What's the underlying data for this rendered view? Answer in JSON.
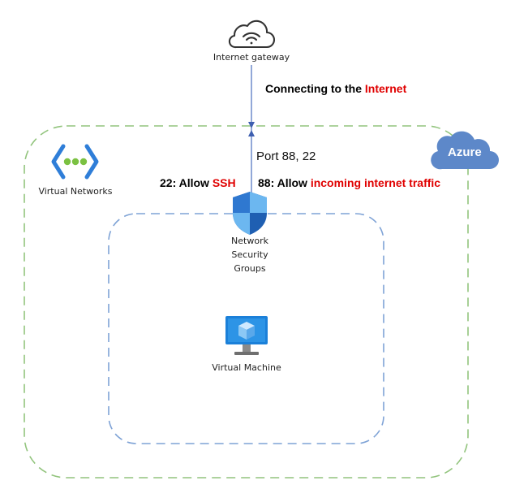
{
  "labels": {
    "internet_gateway": "Internet gateway",
    "virtual_networks": "Virtual Networks",
    "nsg_line1": "Network",
    "nsg_line2": "Security",
    "nsg_line3": "Groups",
    "virtual_machine": "Virtual Machine",
    "azure": "Azure"
  },
  "annotations": {
    "connecting_prefix": "Connecting to the ",
    "connecting_highlight": "Internet",
    "port": "Port 88, 22",
    "ssh_prefix": "22: Allow ",
    "ssh_highlight": "SSH",
    "incoming_prefix": "88: Allow ",
    "incoming_highlight": "incoming internet traffic"
  },
  "colors": {
    "vnet_border": "#92c47d",
    "subnet_border": "#7fa3d6",
    "arrow": "#4a6fbf",
    "highlight": "#e00000",
    "cloud": "#5d88c9"
  },
  "icons": [
    "wifi-cloud-icon",
    "virtual-network-icon",
    "shield-icon",
    "monitor-cube-icon",
    "azure-cloud-icon"
  ]
}
